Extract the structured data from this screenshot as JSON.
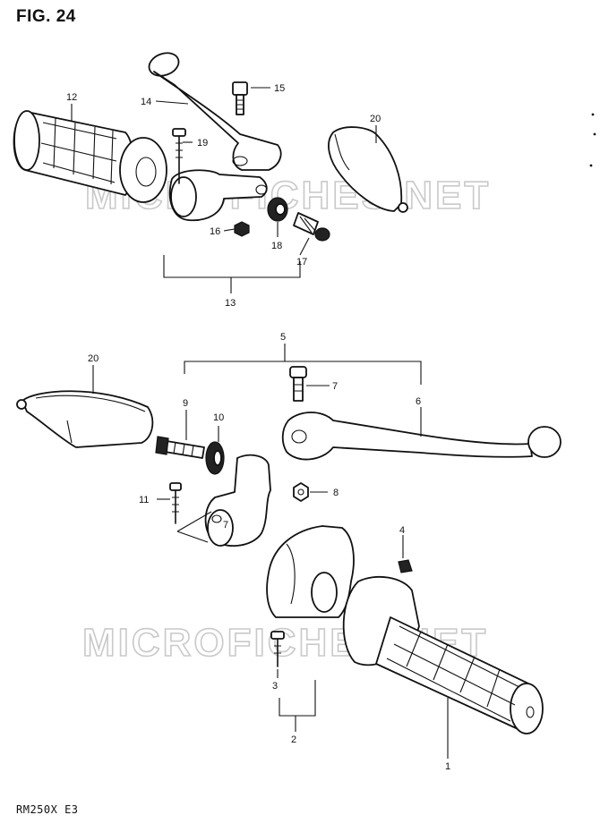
{
  "figure_title": "FIG. 24",
  "model_code": "RM250X  E3",
  "watermarks": [
    "MICROFICHES.NET",
    "MICROFICHES.NET"
  ],
  "callouts": {
    "c1": "1",
    "c2": "2",
    "c3": "3",
    "c4": "4",
    "c5": "5",
    "c6": "6",
    "c7a": "7",
    "c7b": "7",
    "c8": "8",
    "c9": "9",
    "c10": "10",
    "c11": "11",
    "c12": "12",
    "c13": "13",
    "c14": "14",
    "c15": "15",
    "c16": "16",
    "c17": "17",
    "c18": "18",
    "c19": "19",
    "c20a": "20",
    "c20b": "20"
  }
}
